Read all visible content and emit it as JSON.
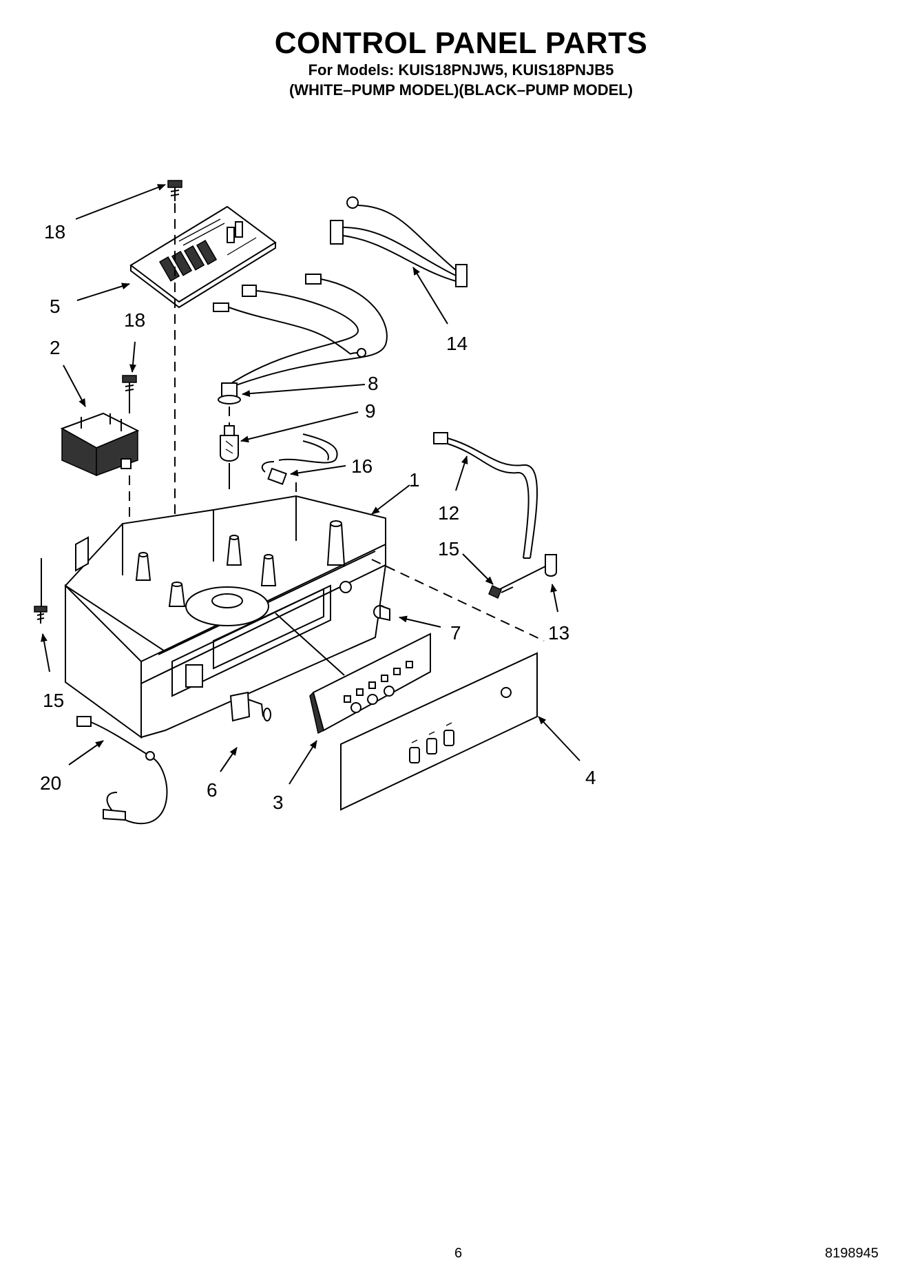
{
  "header": {
    "title": "CONTROL PANEL PARTS",
    "models_line": "For Models: KUIS18PNJW5, KUIS18PNJB5",
    "variants_line": "(WHITE–PUMP MODEL)(BLACK–PUMP MODEL)"
  },
  "callouts": [
    "18",
    "5",
    "18",
    "2",
    "14",
    "8",
    "9",
    "16",
    "1",
    "12",
    "15",
    "13",
    "7",
    "15",
    "20",
    "6",
    "3",
    "4"
  ],
  "footer": {
    "page_number": "6",
    "document_number": "8198945"
  }
}
